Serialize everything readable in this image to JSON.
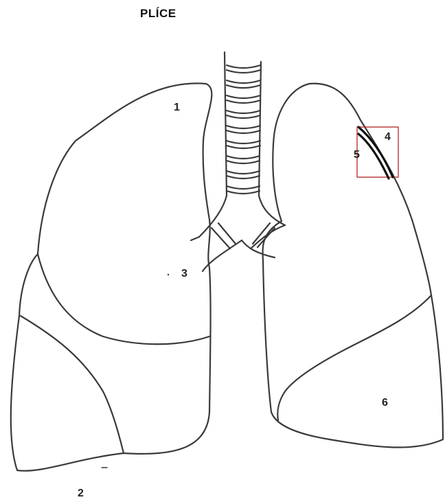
{
  "title": "PLÍCE",
  "labels": {
    "l1": "1",
    "l2": "2",
    "l3": "3",
    "l4": "4",
    "l5": "5",
    "l6": "6"
  },
  "colors": {
    "outline": "#3a3a3a",
    "highlight_box": "#b22222",
    "pleura_mark": "#111111"
  }
}
